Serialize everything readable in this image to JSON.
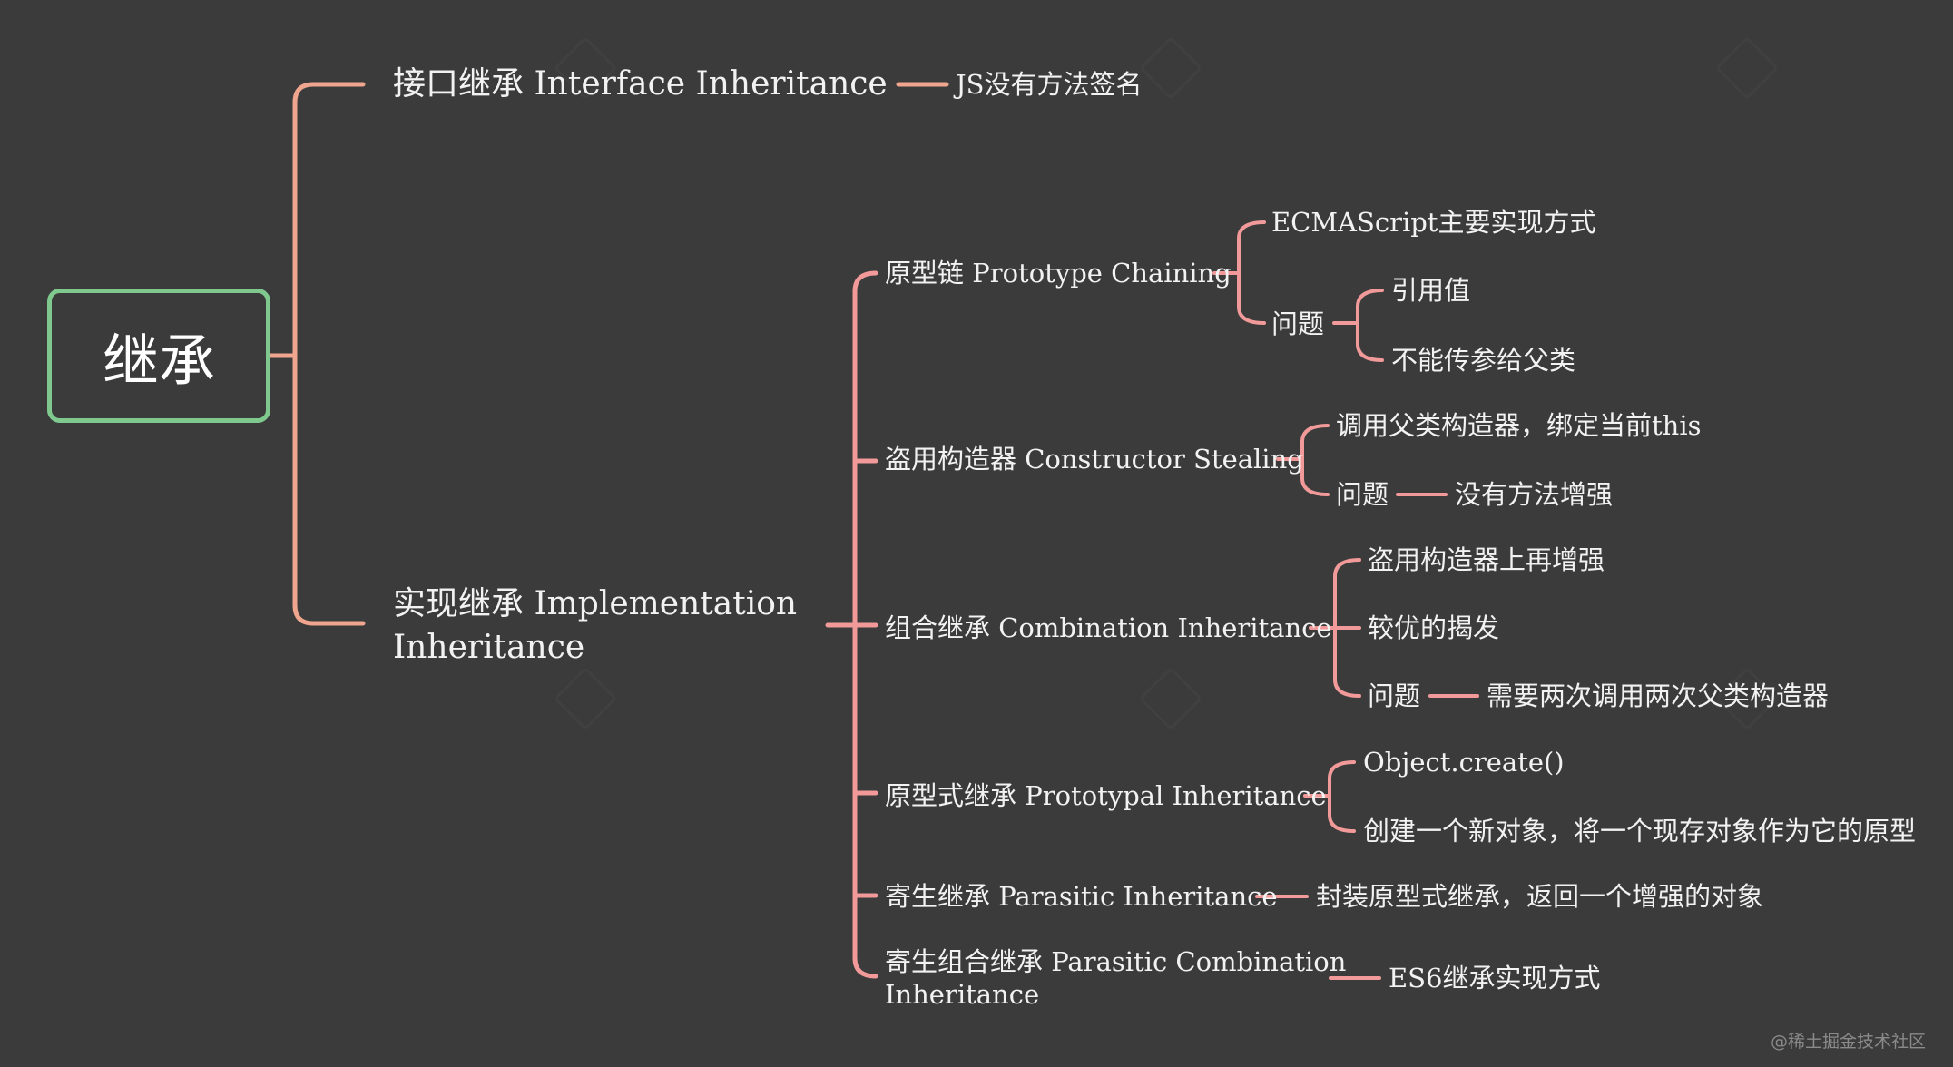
{
  "root": {
    "label": "继承"
  },
  "branches": {
    "interface": {
      "label": "接口继承 Interface Inheritance",
      "child": "JS没有方法签名"
    },
    "implementation": {
      "label_line1": "实现继承 Implementation",
      "label_line2": "Inheritance",
      "prototype_chaining": {
        "label": "原型链 Prototype Chaining",
        "child1": "ECMAScript主要实现方式",
        "problem": "问题",
        "problem_children": [
          "引用值",
          "不能传参给父类"
        ]
      },
      "constructor_stealing": {
        "label": "盗用构造器 Constructor Stealing",
        "child1": "调用父类构造器，绑定当前this",
        "problem": "问题",
        "problem_child": "没有方法增强"
      },
      "combination": {
        "label": "组合继承 Combination Inheritance",
        "child1": "盗用构造器上再增强",
        "child2": "较优的揭发",
        "problem": "问题",
        "problem_child": "需要两次调用两次父类构造器"
      },
      "prototypal": {
        "label": "原型式继承 Prototypal Inheritance",
        "child1": "Object.create()",
        "child2": "创建一个新对象，将一个现存对象作为它的原型"
      },
      "parasitic": {
        "label": "寄生继承 Parasitic Inheritance",
        "child": "封装原型式继承，返回一个增强的对象"
      },
      "parasitic_combination": {
        "label_line1": "寄生组合继承 Parasitic Combination",
        "label_line2": "Inheritance",
        "child": "ES6继承实现方式"
      }
    }
  },
  "credit": "@稀土掘金技术社区",
  "colors": {
    "background": "#3b3b3b",
    "root_border": "#7fc98f",
    "branch_line": "#f0a58f",
    "child_line": "#f29a9a",
    "text": "#f2f2f2"
  }
}
